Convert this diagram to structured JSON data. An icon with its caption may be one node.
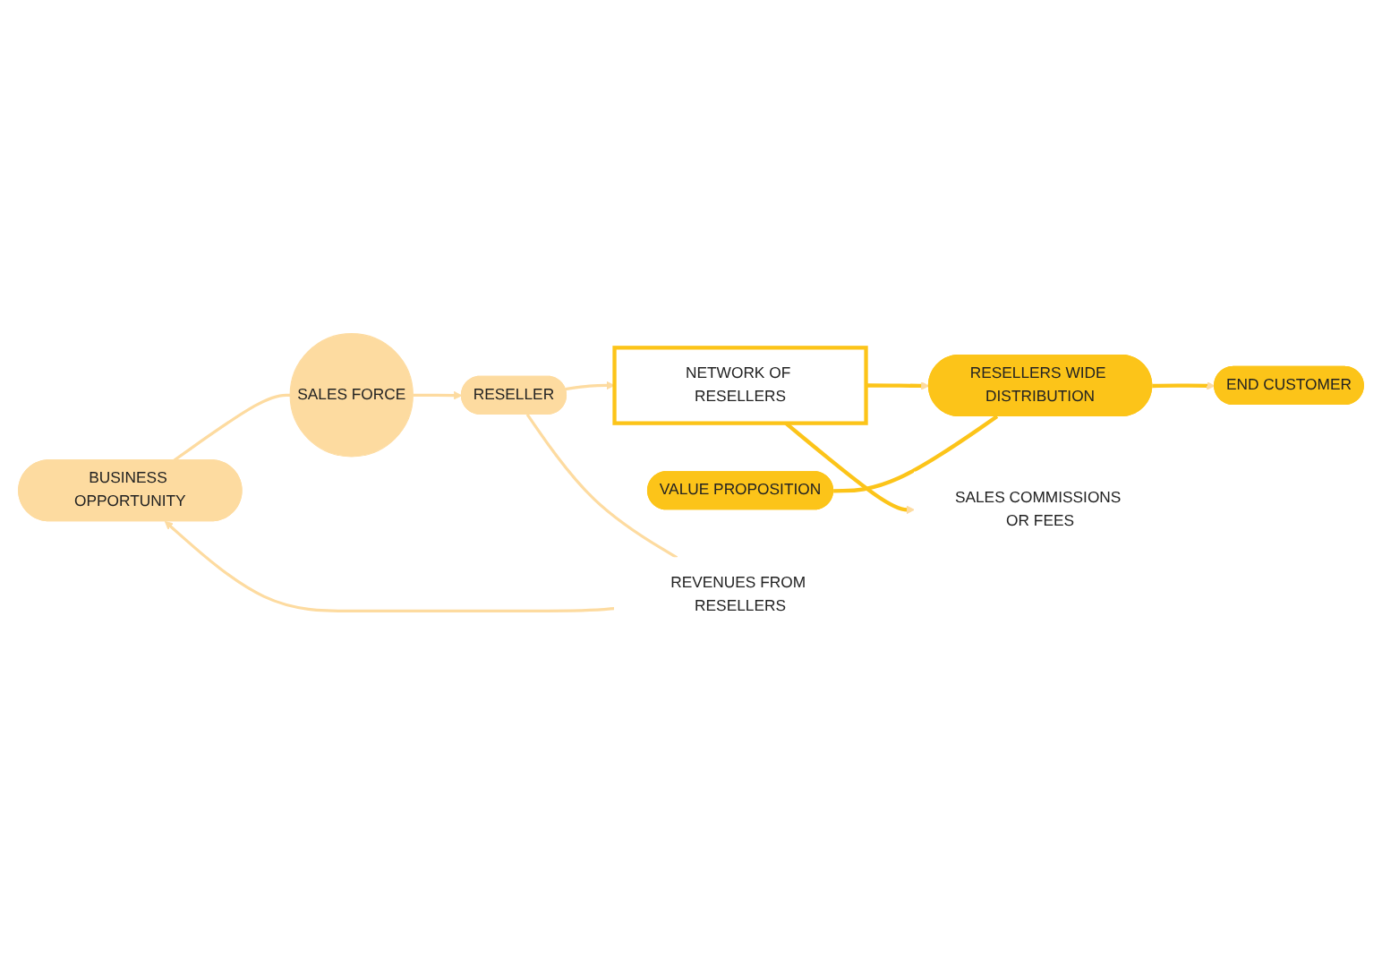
{
  "diagram": {
    "nodes": [
      {
        "text": [
          "NETWORK OF RESELLERS"
        ]
      },
      {
        "text": [
          "VALUE PROPOSITION"
        ]
      },
      {
        "text": [
          "RESELLERS WIDE DISTRIBUTION"
        ]
      },
      {
        "text": [
          "END CUSTOMER"
        ]
      },
      {
        "text": [
          "BUSINESS OPPORTUNITY"
        ]
      },
      {
        "text": [
          "SALES FORCE"
        ]
      },
      {
        "text": [
          "RESELLER"
        ]
      },
      {
        "text": [
          "SALES COMMISSIONS OR FEES"
        ]
      },
      {
        "text": [
          "REVENUES FROM RESELLERS"
        ]
      }
    ],
    "edges": [
      {
        "from": 0,
        "to": 2,
        "arrow": "to",
        "color": "#fcc419"
      },
      {
        "from": 1,
        "to": 2,
        "arrow": "none",
        "color": "#fcc419"
      },
      {
        "from": 2,
        "to": 3,
        "arrow": "to",
        "color": "#fcc419"
      },
      {
        "from": 4,
        "to": 5,
        "arrow": "none"
      },
      {
        "from": 5,
        "to": 6,
        "arrow": "to"
      },
      {
        "from": 0,
        "to": 7,
        "arrow": "to",
        "color": "#fcc419"
      },
      {
        "from": 6,
        "to": 8,
        "arrow": "none"
      },
      {
        "from": 8,
        "to": 4,
        "arrow": "to"
      },
      {
        "from": 6,
        "to": 0,
        "arrow": "to"
      }
    ]
  }
}
